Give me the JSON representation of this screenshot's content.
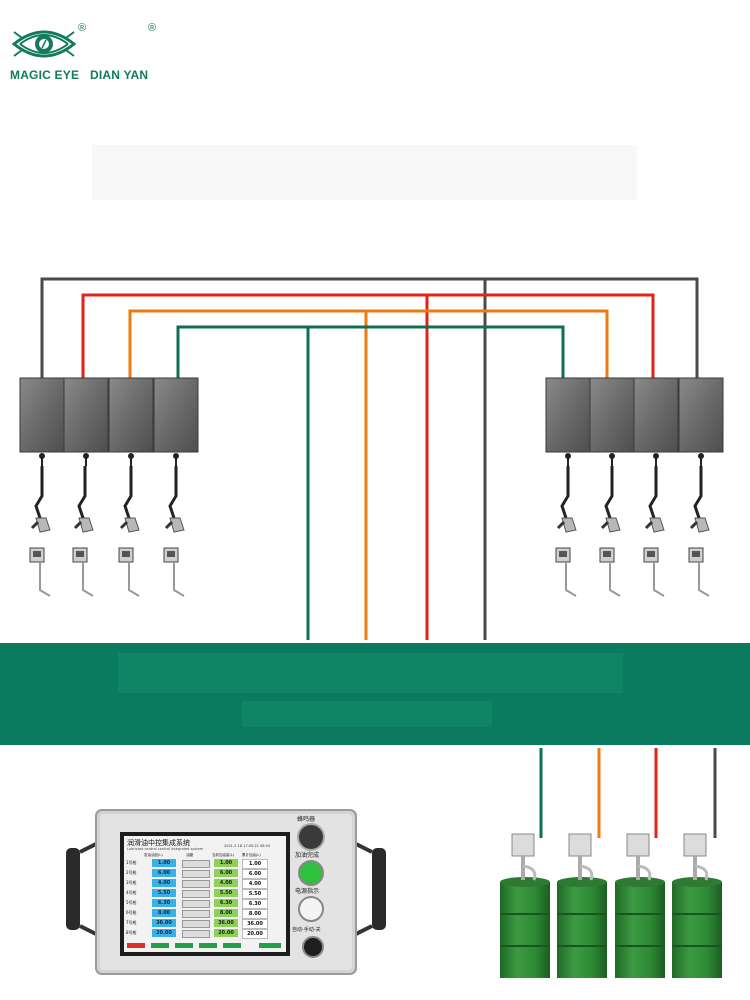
{
  "brand": {
    "name_left": "MAGIC EYE",
    "name_right": "DIAN YAN",
    "registered_mark": "®"
  },
  "colors": {
    "pipe_gray": "#4a4a4a",
    "pipe_red": "#e2231a",
    "pipe_orange": "#ee7a12",
    "pipe_green": "#0f6e55",
    "banner_green": "#0a7b5e",
    "drum_green": "#2f8a35",
    "reel_gray": "#6e6e6e"
  },
  "hose_reels": {
    "left_count": 4,
    "right_count": 4
  },
  "control_panel": {
    "title_cn": "润滑油中控集成系统",
    "title_en": "Lubricant central control integrated system",
    "datetime": "2021-2-18 17:00:21 08:54",
    "col_headers": [
      "发油油品(L)",
      "油罐",
      "当前加油量(L)",
      "累计加油(L)"
    ],
    "rows": [
      {
        "label": "1号枪",
        "set": "1.00",
        "done": "1.00"
      },
      {
        "label": "2号枪",
        "set": "6.00",
        "done": "6.00"
      },
      {
        "label": "3号枪",
        "set": "4.00",
        "done": "4.00"
      },
      {
        "label": "4号枪",
        "set": "5.50",
        "done": "5.50"
      },
      {
        "label": "5号枪",
        "set": "6.30",
        "done": "6.30"
      },
      {
        "label": "6号枪",
        "set": "8.00",
        "done": "8.00"
      },
      {
        "label": "7号枪",
        "set": "36.00",
        "done": "36.00"
      },
      {
        "label": "8号枪",
        "set": "20.00",
        "done": "20.00"
      }
    ],
    "side_labels": {
      "buzzer": "蜂鸣器",
      "refuel_done": "加油完成",
      "power": "电源指示",
      "mode": "自动-手动-关"
    }
  },
  "drums": {
    "count": 4
  }
}
